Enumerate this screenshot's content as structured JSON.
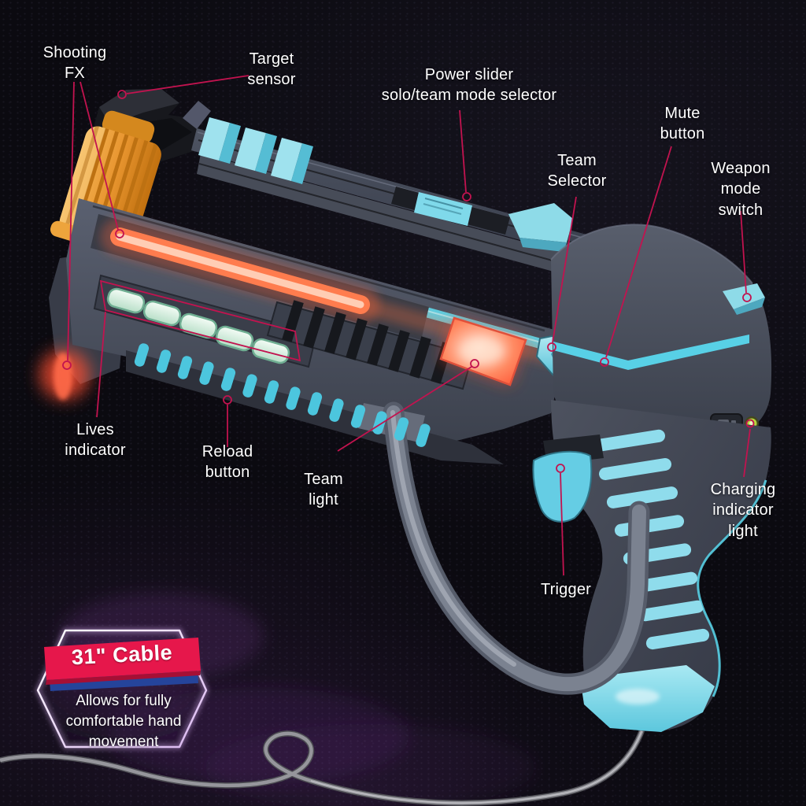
{
  "callouts": {
    "shooting_fx": {
      "text": "Shooting\nFX"
    },
    "target_sensor": {
      "text": "Target\nsensor"
    },
    "power_slider": {
      "text": "Power slider\nsolo/team mode selector"
    },
    "team_selector": {
      "text": "Team\nSelector"
    },
    "mute_button": {
      "text": "Mute\nbutton"
    },
    "weapon_mode": {
      "text": "Weapon\nmode\nswitch"
    },
    "lives_indicator": {
      "text": "Lives\nindicator"
    },
    "reload_button": {
      "text": "Reload\nbutton"
    },
    "team_light": {
      "text": "Team\nlight"
    },
    "trigger": {
      "text": "Trigger"
    },
    "charging_light": {
      "text": "Charging\nindicator\nlight"
    }
  },
  "badge": {
    "title": "31\" Cable",
    "body": "Allows for fully\ncomfortable hand\nmovement"
  },
  "colors": {
    "background": "#0b0a10",
    "callout_line": "#c2134f",
    "label_text": "#ffffff",
    "accent_cyan": "#58d0e6",
    "badge_red": "#e6174b",
    "badge_ribbon_blue": "#25449b",
    "glow_red": "#ff6a42",
    "lives_led_green": "#d9f2e4",
    "charging_led_green": "#b5d83e",
    "body_gray": "#4a4f5c",
    "muzzle_orange": "#e89a33"
  }
}
